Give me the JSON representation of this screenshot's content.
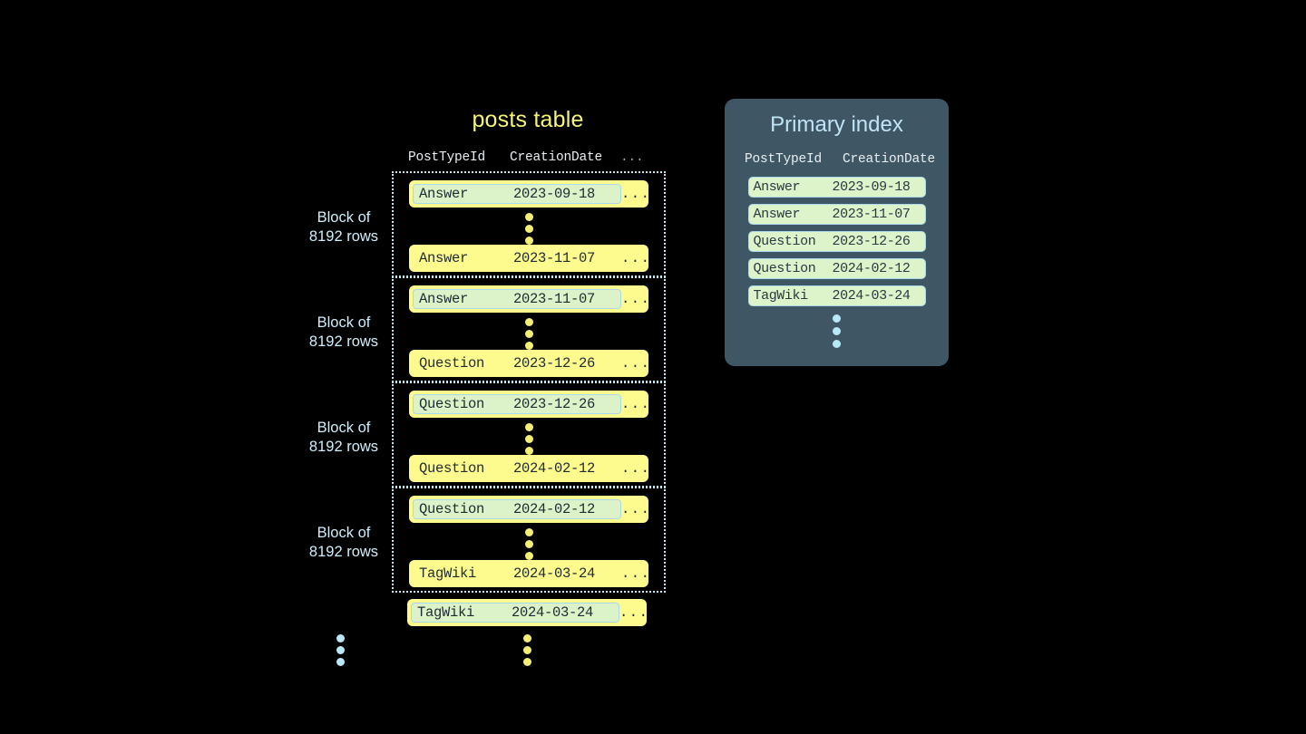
{
  "background_color": "#000000",
  "posts_table": {
    "title": "posts table",
    "columns": {
      "post_type_id": "PostTypeId",
      "creation_date": "CreationDate",
      "more": "..."
    },
    "block_label": "Block of\n8192 rows",
    "block_label_line1": "Block of",
    "block_label_line2": "8192 rows",
    "row_more": "...",
    "blocks": [
      {
        "label_line1": "Block of",
        "label_line2": "8192 rows",
        "first_row": {
          "post_type_id": "Answer",
          "creation_date": "2023-09-18",
          "more": "...",
          "highlighted": true
        },
        "last_row": {
          "post_type_id": "Answer",
          "creation_date": "2023-11-07",
          "more": "...",
          "highlighted": false
        }
      },
      {
        "label_line1": "Block of",
        "label_line2": "8192 rows",
        "first_row": {
          "post_type_id": "Answer",
          "creation_date": "2023-11-07",
          "more": "...",
          "highlighted": true
        },
        "last_row": {
          "post_type_id": "Question",
          "creation_date": "2023-12-26",
          "more": "...",
          "highlighted": false
        }
      },
      {
        "label_line1": "Block of",
        "label_line2": "8192 rows",
        "first_row": {
          "post_type_id": "Question",
          "creation_date": "2023-12-26",
          "more": "...",
          "highlighted": true
        },
        "last_row": {
          "post_type_id": "Question",
          "creation_date": "2024-02-12",
          "more": "...",
          "highlighted": false
        }
      },
      {
        "label_line1": "Block of",
        "label_line2": "8192 rows",
        "first_row": {
          "post_type_id": "Question",
          "creation_date": "2024-02-12",
          "more": "...",
          "highlighted": true
        },
        "last_row": {
          "post_type_id": "TagWiki",
          "creation_date": "2024-03-24",
          "more": "...",
          "highlighted": false
        }
      }
    ],
    "tail_row": {
      "post_type_id": "TagWiki",
      "creation_date": "2024-03-24",
      "more": "...",
      "highlighted": true
    },
    "colors": {
      "title": "#f7f579",
      "row_fill": "#fdfa8e",
      "row_highlight_fill": "#dcf3c9",
      "row_highlight_border": "#a9d9ea",
      "row_text": "#1f2b33",
      "block_border": "#bfe9f5",
      "block_label": "#cfeefc",
      "header_text": "#e9eef2",
      "ellipsis_yellow": "#f4ef73",
      "ellipsis_blue": "#b9e8f6"
    }
  },
  "primary_index": {
    "title": "Primary index",
    "columns": {
      "post_type_id": "PostTypeId",
      "creation_date": "CreationDate"
    },
    "rows": [
      {
        "post_type_id": "Answer",
        "creation_date": "2023-09-18"
      },
      {
        "post_type_id": "Answer",
        "creation_date": "2023-11-07"
      },
      {
        "post_type_id": "Question",
        "creation_date": "2023-12-26"
      },
      {
        "post_type_id": "Question",
        "creation_date": "2024-02-12"
      },
      {
        "post_type_id": "TagWiki",
        "creation_date": "2024-03-24"
      }
    ],
    "colors": {
      "panel": "#3f5764",
      "title": "#bfe4f6",
      "header_text": "#e9eef2",
      "row_fill": "#ddf3c9",
      "row_border": "#a9d9ea",
      "row_text": "#2a3a44",
      "ellipsis": "#b9e8f6"
    }
  }
}
